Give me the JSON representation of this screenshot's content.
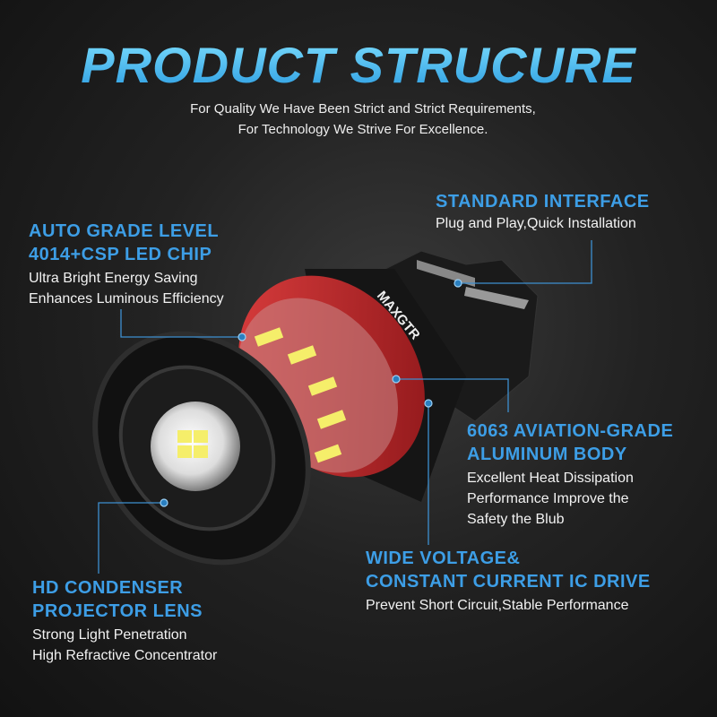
{
  "header": {
    "title": "PRODUCT STRUCURE",
    "subtitle_line1": "For Quality We Have Been Strict and Strict Requirements,",
    "subtitle_line2": "For Technology We Strive For Excellence."
  },
  "brand_logo": "MAXGTR",
  "callouts": {
    "interface": {
      "title": "STANDARD INTERFACE",
      "desc": [
        "Plug and Play,Quick Installation"
      ]
    },
    "chip": {
      "title": [
        "AUTO GRADE LEVEL",
        "4014+CSP LED CHIP"
      ],
      "desc": [
        "Ultra Bright Energy Saving",
        "Enhances Luminous Efficiency"
      ]
    },
    "body": {
      "title": [
        "6063 AVIATION-GRADE",
        "ALUMINUM BODY"
      ],
      "desc": [
        "Excellent Heat Dissipation",
        "Performance Improve the",
        "Safety the Blub"
      ]
    },
    "voltage": {
      "title": [
        "WIDE VOLTAGE&",
        "CONSTANT CURRENT IC DRIVE"
      ],
      "desc": [
        "Prevent Short Circuit,Stable Performance"
      ]
    },
    "lens": {
      "title": [
        "HD CONDENSER",
        "PROJECTOR LENS"
      ],
      "desc": [
        "Strong Light Penetration",
        "High Refractive Concentrator"
      ]
    }
  },
  "colors": {
    "accent": "#3d9ee6",
    "ring": "#c0282a",
    "title": "#3fb8f0"
  }
}
